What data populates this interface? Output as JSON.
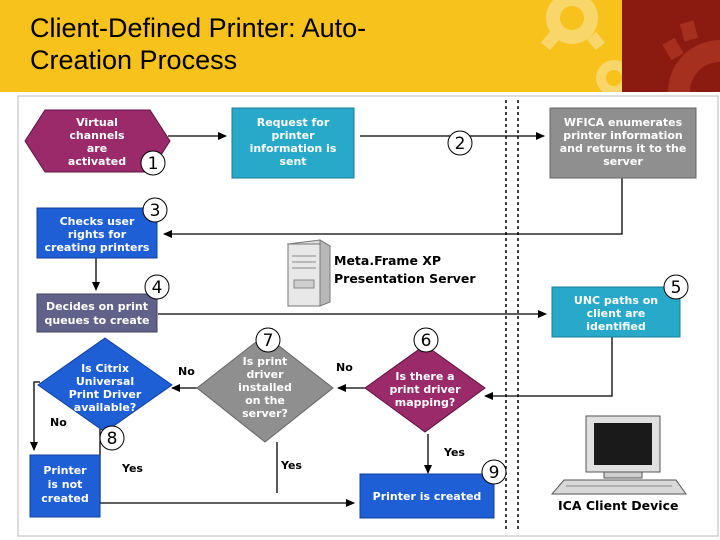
{
  "title": "Client-Defined Printer: Auto-Creation Process",
  "title_line1": "Client-Defined Printer: Auto-",
  "title_line2": "Creation Process",
  "colors": {
    "header": "#f6c21b",
    "gear_dark": "#8b1a10",
    "gear_light": "#f7d774",
    "magenta": "#9b2a6b",
    "blue": "#1f5fd6",
    "cyan": "#28a9c9",
    "gray": "#8f8f8f",
    "slate": "#61628a"
  },
  "nodes": {
    "n1": [
      "Virtual",
      "channels",
      "are",
      "activated"
    ],
    "request": [
      "Request for",
      "printer",
      "information is",
      "sent"
    ],
    "wfica": [
      "WFICA enumerates",
      "printer information",
      "and returns it to the",
      "server"
    ],
    "checks": [
      "Checks user",
      "rights for",
      "creating printers"
    ],
    "decides": [
      "Decides on print",
      "queues to create"
    ],
    "unc": [
      "UNC paths on",
      "client are",
      "identified"
    ],
    "citrix": [
      "Is Citrix",
      "Universal",
      "Print Driver",
      "available?"
    ],
    "installed": [
      "Is print",
      "driver",
      "installed",
      "on the",
      "server?"
    ],
    "mapping": [
      "Is there a",
      "print driver",
      "mapping?"
    ],
    "not_created": [
      "Printer",
      "is not",
      "created"
    ],
    "created": [
      "Printer is created"
    ]
  },
  "numbers": [
    "1",
    "2",
    "3",
    "4",
    "5",
    "6",
    "7",
    "8",
    "9"
  ],
  "edge_labels": {
    "no_citrix_right": "No",
    "no_citrix_down": "No",
    "no_installed": "No",
    "yes_citrix": "Yes",
    "yes_installed": "Yes",
    "yes_mapping": "Yes"
  },
  "server_label": [
    "Meta.Frame XP",
    "Presentation Server"
  ],
  "client_label": "ICA Client Device"
}
